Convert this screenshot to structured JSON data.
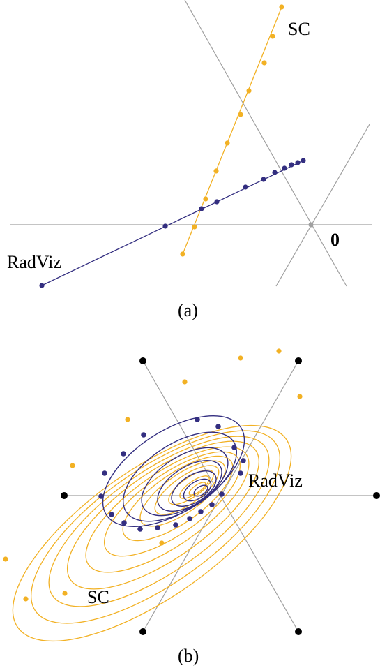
{
  "panel_a": {
    "label_sc": "SC",
    "label_radviz": "RadViz",
    "label_zero": "0",
    "caption": "(a)"
  },
  "panel_b": {
    "label_sc": "SC",
    "label_radviz": "RadViz",
    "caption": "(b)"
  },
  "colors": {
    "sc": "#f2b124",
    "radviz": "#332e80",
    "axis": "#a0a0a0",
    "anchor": "#000000"
  }
}
